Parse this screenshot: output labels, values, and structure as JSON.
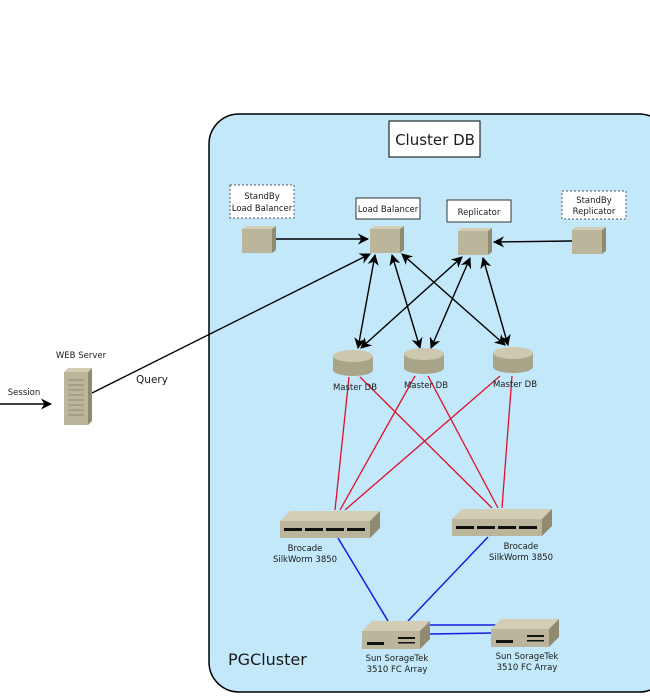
{
  "colors": {
    "cluster_bg": "#c2e8fa",
    "device": "#bab59b",
    "san_link": "#e0102a",
    "storage_link": "#1020e0",
    "arrow": "#000000"
  },
  "labels": {
    "cluster_title": "Cluster DB",
    "cluster_name": "PGCluster",
    "standby_lb": [
      "StandBy",
      "Load Balancer"
    ],
    "load_balancer": "Load Balancer",
    "replicator": "Replicator",
    "standby_replicator": [
      "StandBy",
      "Replicator"
    ],
    "master_db": [
      "Master DB",
      "Master DB",
      "Master DB"
    ],
    "switches": [
      [
        "Brocade",
        "SilkWorm 3850"
      ],
      [
        "Brocade",
        "SilkWorm 3850"
      ]
    ],
    "arrays": [
      [
        "Sun SorageTek",
        "3510 FC Array"
      ],
      [
        "Sun SorageTek",
        "3510 FC Array"
      ]
    ],
    "web_server": "WEB Server",
    "session": "Session",
    "query": "Query"
  }
}
